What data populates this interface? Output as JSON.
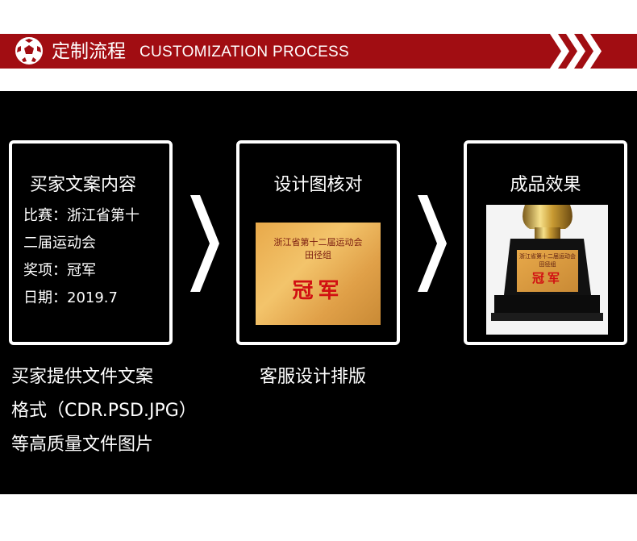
{
  "header": {
    "title_cn": "定制流程",
    "title_en": "CUSTOMIZATION PROCESS",
    "icon": "soccer-ball-icon",
    "decoration": "chevrons-right-icon",
    "colors": {
      "banner": "#a10d12",
      "text": "#ffffff"
    }
  },
  "steps": [
    {
      "title": "买家文案内容",
      "lines": [
        "比赛：浙江省第十",
        "二届运动会",
        "奖项：冠军",
        "日期：2019.7"
      ],
      "caption": [
        "买家提供文件文案",
        "格式（CDR.PSD.JPG）",
        "等高质量文件图片"
      ]
    },
    {
      "title": "设计图核对",
      "plaque": {
        "line1": "浙江省第十二届运动会",
        "line2": "田径组",
        "award": "冠军"
      },
      "caption": [
        "客服设计排版"
      ]
    },
    {
      "title": "成品效果",
      "trophy": {
        "line1": "浙江省第十二届运动会",
        "line2": "田径组",
        "award": "冠军"
      }
    }
  ],
  "separator_icon": "chevron-right-icon"
}
